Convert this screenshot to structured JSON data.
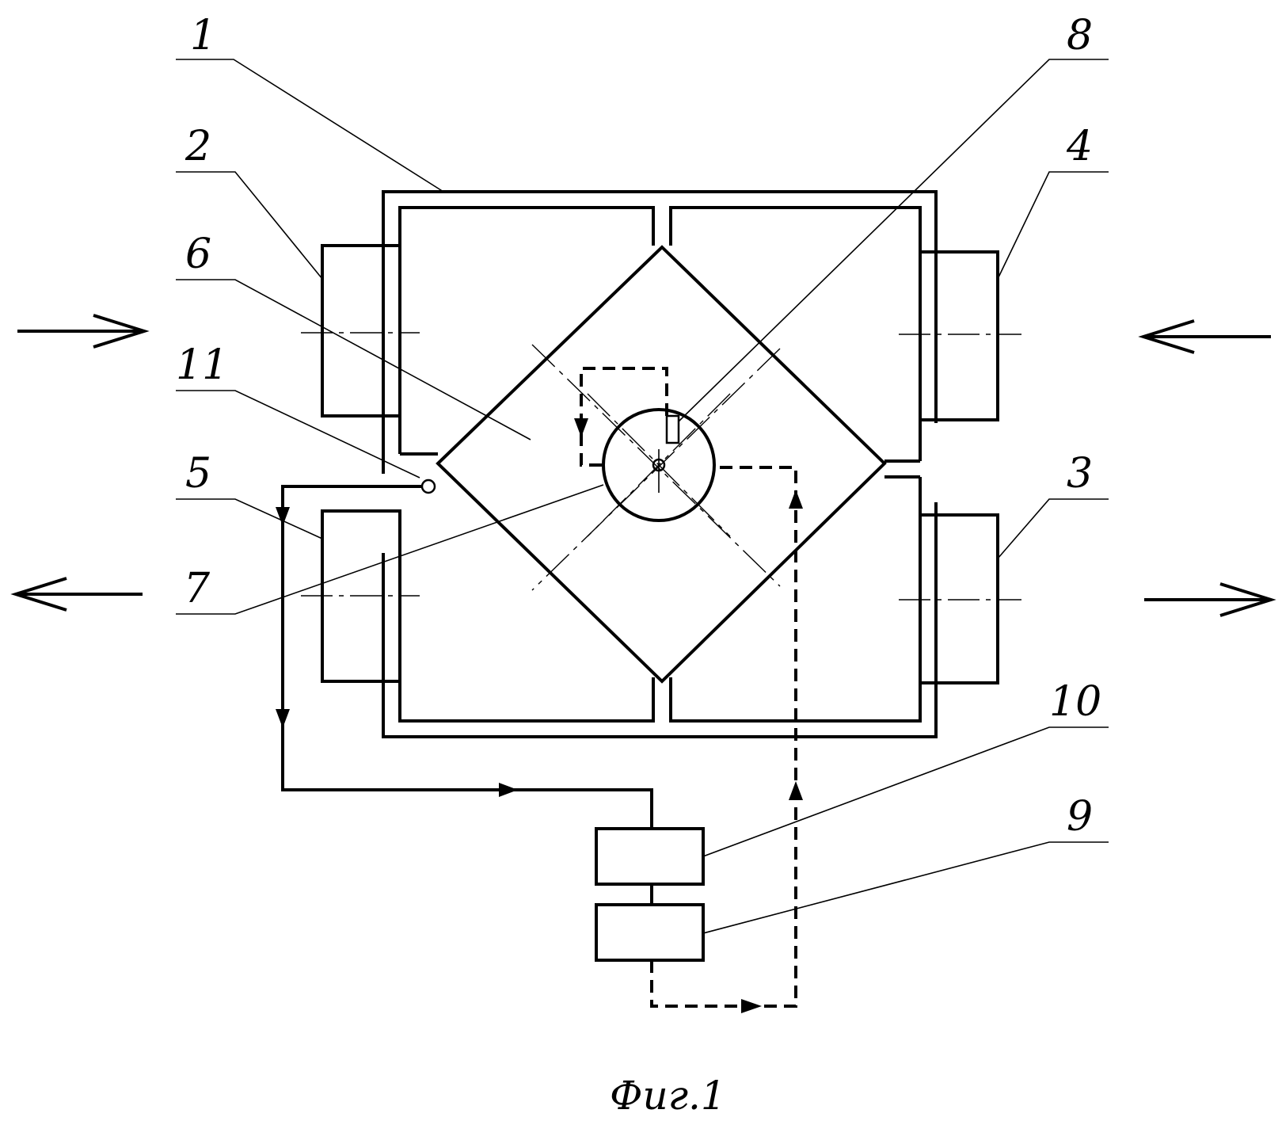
{
  "figure": {
    "caption": "Фиг.1",
    "callouts": {
      "c1": "1",
      "c2": "2",
      "c3": "3",
      "c4": "4",
      "c5": "5",
      "c6": "6",
      "c7": "7",
      "c8": "8",
      "c9": "9",
      "c10": "10",
      "c11": "11"
    }
  }
}
